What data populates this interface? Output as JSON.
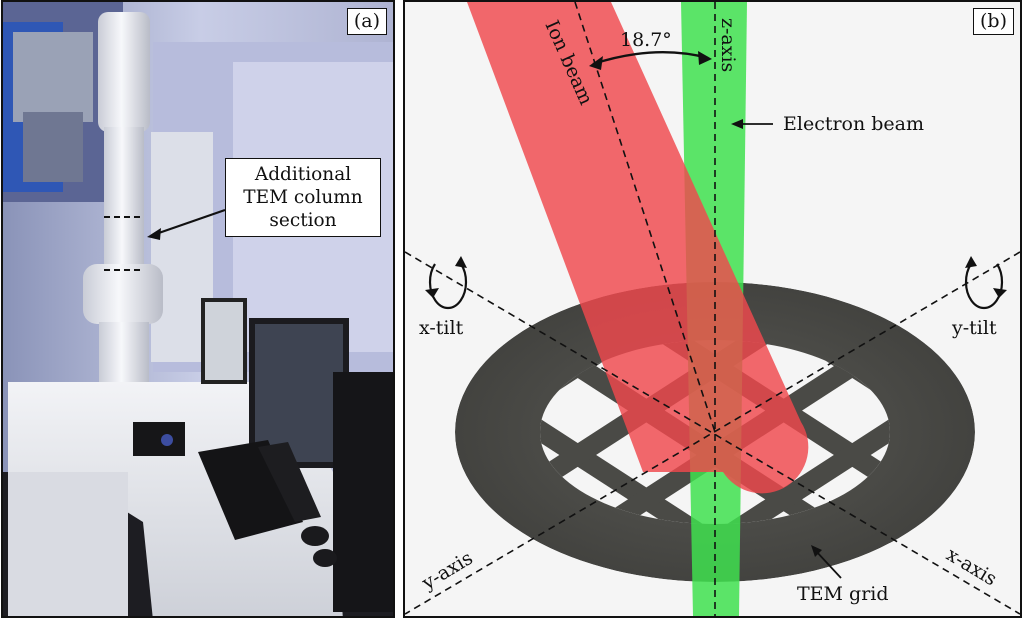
{
  "panel_a": {
    "tag": "(a)",
    "callout_lines": [
      "Additional",
      "TEM column",
      "section"
    ]
  },
  "panel_b": {
    "tag": "(b)",
    "angle_label": "18.7°",
    "labels": {
      "ion_beam": "Ion beam",
      "z_axis": "z-axis",
      "electron_beam": "Electron beam",
      "x_tilt": "x-tilt",
      "y_tilt": "y-tilt",
      "y_axis": "y-axis",
      "x_axis": "x-axis",
      "tem_grid": "TEM grid"
    },
    "colors": {
      "ion_beam": "#f0484d",
      "electron_beam": "#3fe04f",
      "grid": "#4a4a46",
      "background": "#f5f5f5"
    }
  }
}
